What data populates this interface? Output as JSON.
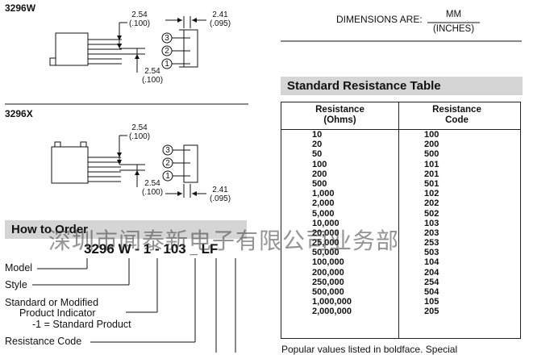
{
  "diagrams": {
    "w": {
      "label": "3296W",
      "dim_pin_spacing_top": "2.54",
      "dim_pin_spacing_top_in": "(.100)",
      "dim_pin_spacing_bottom": "2.54",
      "dim_pin_spacing_bottom_in": "(.100)",
      "dim_side": "2.41",
      "dim_side_in": "(.095)",
      "pins": [
        "3",
        "2",
        "1"
      ]
    },
    "x": {
      "label": "3296X",
      "dim_pin_spacing_top": "2.54",
      "dim_pin_spacing_top_in": "(.100)",
      "dim_pin_spacing_bottom": "2.54",
      "dim_pin_spacing_bottom_in": "(.100)",
      "dim_side": "2.41",
      "dim_side_in": "(.095)",
      "pins": [
        "3",
        "2",
        "1"
      ]
    }
  },
  "dimensions_note": {
    "label": "DIMENSIONS ARE:",
    "unit_top": "MM",
    "unit_bottom": "(INCHES)"
  },
  "resistance_table": {
    "title": "Standard Resistance Table",
    "col1_header": [
      "Resistance",
      "(Ohms)"
    ],
    "col2_header": [
      "Resistance",
      "Code"
    ],
    "rows": [
      [
        "10",
        "100"
      ],
      [
        "20",
        "200"
      ],
      [
        "50",
        "500"
      ],
      [
        "100",
        "101"
      ],
      [
        "200",
        "201"
      ],
      [
        "500",
        "501"
      ],
      [
        "1,000",
        "102"
      ],
      [
        "2,000",
        "202"
      ],
      [
        "5,000",
        "502"
      ],
      [
        "10,000",
        "103"
      ],
      [
        "20,000",
        "203"
      ],
      [
        "25,000",
        "253"
      ],
      [
        "50,000",
        "503"
      ],
      [
        "100,000",
        "104"
      ],
      [
        "200,000",
        "204"
      ],
      [
        "250,000",
        "254"
      ],
      [
        "500,000",
        "504"
      ],
      [
        "1,000,000",
        "105"
      ],
      [
        "2,000,000",
        "205"
      ]
    ],
    "footnote": "Popular values listed in boldface. Special"
  },
  "how_to_order": {
    "title": "How to Order",
    "code_parts": [
      "3296",
      "W",
      "-",
      "1",
      "-",
      "103",
      "_",
      "LF"
    ],
    "labels": {
      "model": "Model",
      "style": "Style",
      "indicator_1": "Standard or Modified",
      "indicator_2": "Product Indicator",
      "indicator_3": "-1 =  Standard Product",
      "resistance_code": "Resistance Code"
    }
  },
  "watermark": "深圳市闻泰新电子有限公司业务部"
}
